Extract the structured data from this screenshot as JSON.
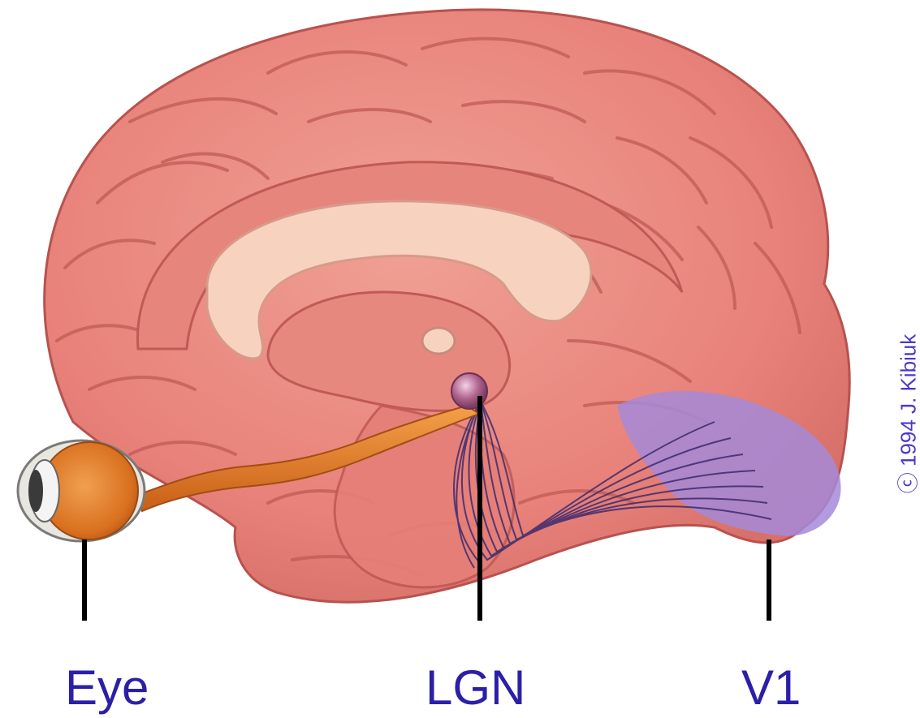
{
  "labels": {
    "eye": "Eye",
    "lgn": "LGN",
    "v1": "V1"
  },
  "copyright": "ⓒ 1994 J. Kibiuk",
  "colors": {
    "brain": "#e8827a",
    "brain_dark": "#c25a55",
    "corpus_callosum": "#f7d3bf",
    "optic_nerve": "#e07a22",
    "lgn": "#b0658c",
    "v1_region": "#a58ad8",
    "label_text": "#2b1fa8"
  },
  "icons": [
    "brain-illustration",
    "eye-icon",
    "lgn-nucleus-icon"
  ]
}
